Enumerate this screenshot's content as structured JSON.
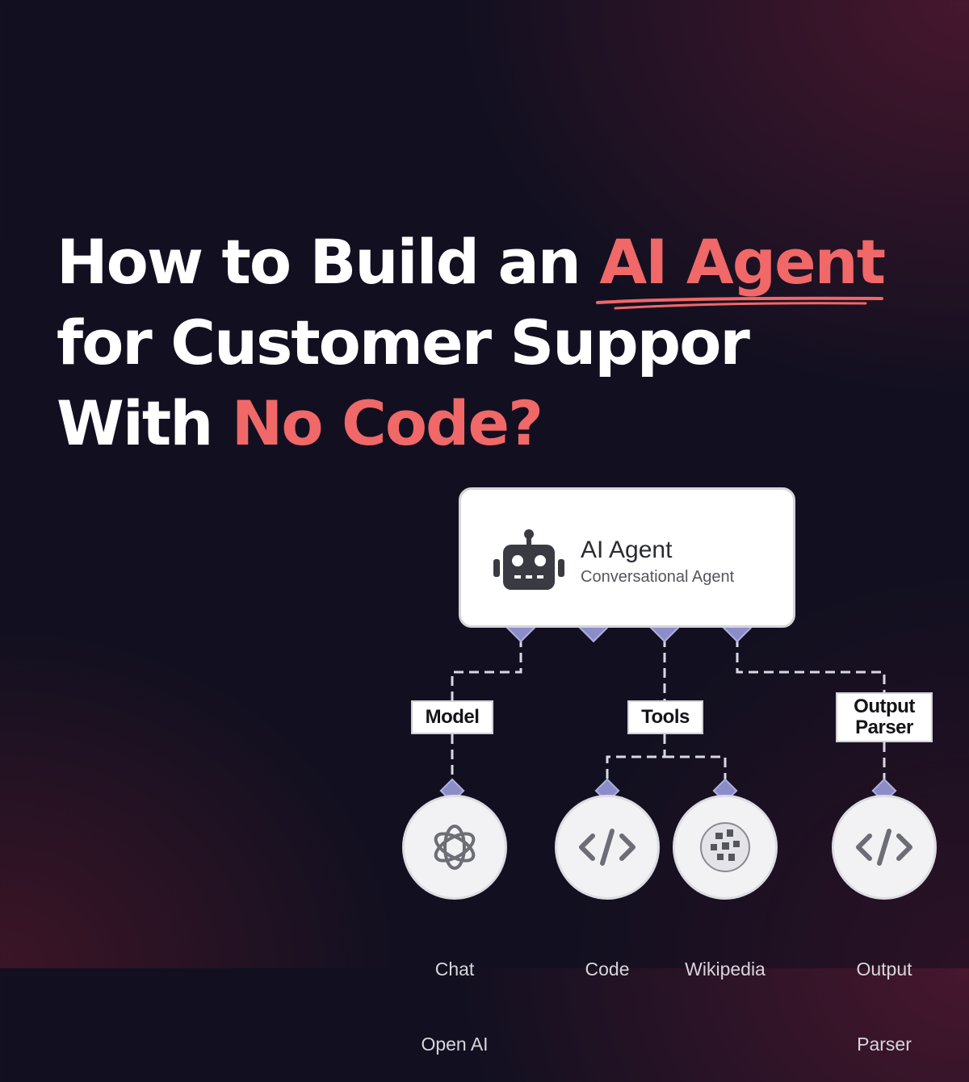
{
  "headline": {
    "line1_prefix": "How to Build an ",
    "line1_accent": "AI Agent",
    "line2": "for Customer Suppor",
    "line3_prefix": "With ",
    "line3_accent": "No Code?"
  },
  "colors": {
    "accent": "#f06868",
    "background": "#121020",
    "connector": "#8c8cc8",
    "text": "#ffffff"
  },
  "agent_card": {
    "title": "AI Agent",
    "subtitle": "Conversational Agent",
    "icon": "robot-icon"
  },
  "tags": {
    "model": "Model",
    "tools": "Tools",
    "output_parser_line1": "Output",
    "output_parser_line2": "Parser"
  },
  "nodes": [
    {
      "icon": "openai-icon",
      "label_line1": "Chat",
      "label_line2": "Open AI"
    },
    {
      "icon": "code-icon",
      "label_line1": "Code",
      "label_line2": ""
    },
    {
      "icon": "wikipedia-icon",
      "label_line1": "Wikipedia",
      "label_line2": ""
    },
    {
      "icon": "code-icon",
      "label_line1": "Output",
      "label_line2": "Parser"
    }
  ]
}
